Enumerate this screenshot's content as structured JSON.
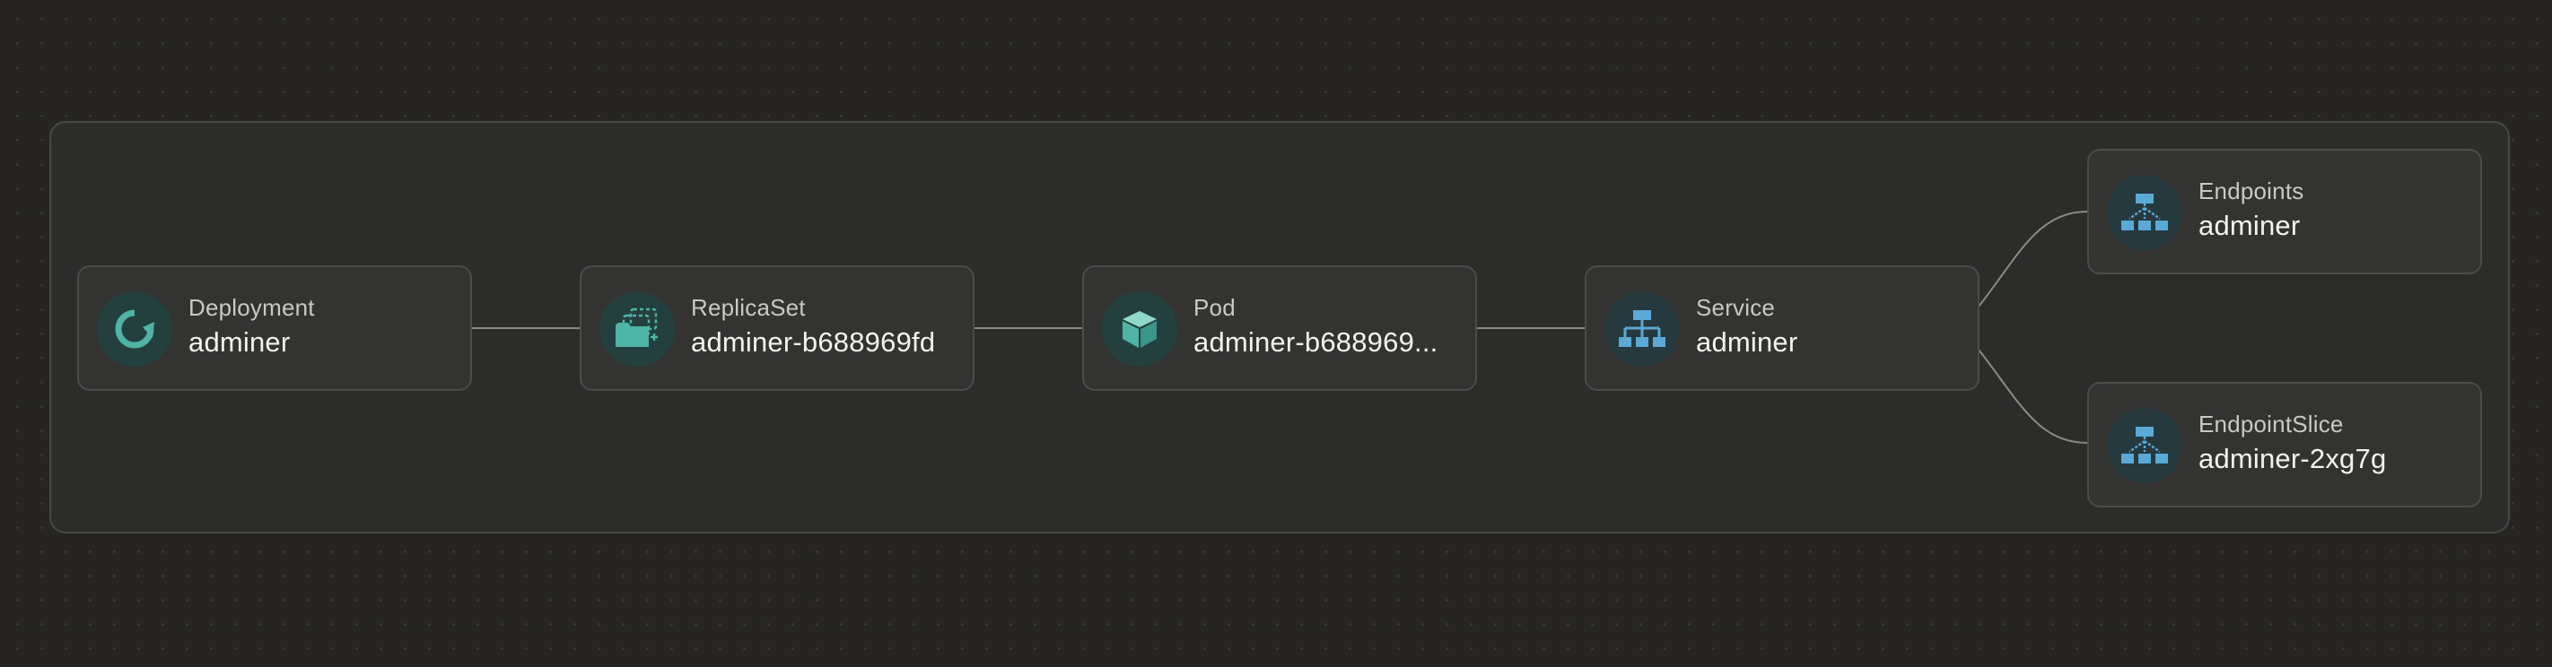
{
  "colors": {
    "background": "#262523",
    "group_fill": "#2c2c2b",
    "node_fill": "#333332",
    "edge": "#8a8a86",
    "teal_icon": "#4fb3a6",
    "blue_icon": "#5aa9d6"
  },
  "nodes": [
    {
      "id": "deployment",
      "kind": "Deployment",
      "name": "adminer",
      "icon": "rotate-icon"
    },
    {
      "id": "replicaset",
      "kind": "ReplicaSet",
      "name": "adminer-b688969fd",
      "icon": "replicaset-icon"
    },
    {
      "id": "pod",
      "kind": "Pod",
      "name": "adminer-b688969...",
      "icon": "cube-icon"
    },
    {
      "id": "service",
      "kind": "Service",
      "name": "adminer",
      "icon": "network-tree-icon"
    },
    {
      "id": "endpoints",
      "kind": "Endpoints",
      "name": "adminer",
      "icon": "network-tree-icon"
    },
    {
      "id": "endpointslice",
      "kind": "EndpointSlice",
      "name": "adminer-2xg7g",
      "icon": "network-tree-icon"
    }
  ],
  "edges": [
    [
      "deployment",
      "replicaset"
    ],
    [
      "replicaset",
      "pod"
    ],
    [
      "pod",
      "service"
    ],
    [
      "service",
      "endpoints"
    ],
    [
      "service",
      "endpointslice"
    ]
  ]
}
